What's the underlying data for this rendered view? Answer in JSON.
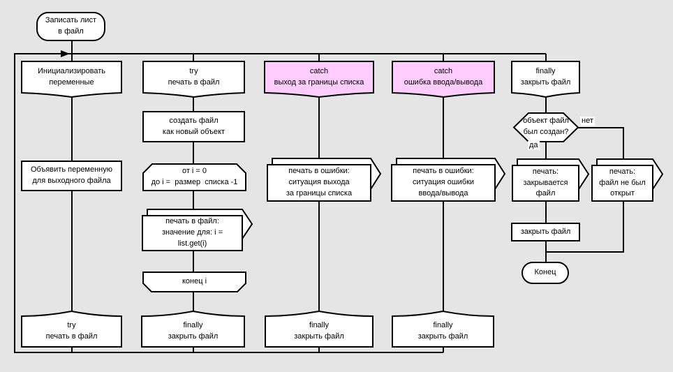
{
  "colors": {
    "background": "#e5e5e5",
    "node_fill": "#ffffff",
    "catch_fill": "#ffccff",
    "line": "#000000"
  },
  "branch_labels": {
    "yes": "да",
    "no": "нет"
  },
  "nodes": {
    "start": {
      "label": "Записать лист\nв файл"
    },
    "init_vars": {
      "label": "Инициализировать\nпеременные"
    },
    "declare_var": {
      "label": "Объявить переменную\nдля выходного файла"
    },
    "try_main_end": {
      "label": "try\nпечать в файл"
    },
    "try_print": {
      "label": "try\nпечать в файл"
    },
    "create_file": {
      "label": "создать файл\nкак новый объект"
    },
    "loop_start": {
      "label": "от i = 0\nдо i =  размер  списка -1"
    },
    "print_value": {
      "label": "печать в файл:\nзначение для: i =\nlist.get(i)"
    },
    "loop_end": {
      "label": "конец i"
    },
    "finally_print": {
      "label": "finally\nзакрыть файл"
    },
    "catch_bounds": {
      "label": "catch\nвыход за границы списка"
    },
    "print_bounds": {
      "label": "печать в ошибки:\nситуация выхода\nза границы списка"
    },
    "finally_bounds": {
      "label": "finally\nзакрыть файл"
    },
    "catch_io": {
      "label": "catch\nошибка ввода/вывода"
    },
    "print_io": {
      "label": "печать в ошибки:\nситуация ошибки\nввода/вывода"
    },
    "finally_io": {
      "label": "finally\nзакрыть файл"
    },
    "finally_close": {
      "label": "finally\nзакрыть файл"
    },
    "file_created_decision": {
      "label": "объект файл\nбыл создан?"
    },
    "print_closing": {
      "label": "печать:\nзакрывается\nфайл"
    },
    "print_not_opened": {
      "label": "печать:\nфайл не был\nоткрыт"
    },
    "close_file": {
      "label": "закрыть файл"
    },
    "end": {
      "label": "Конец"
    }
  }
}
